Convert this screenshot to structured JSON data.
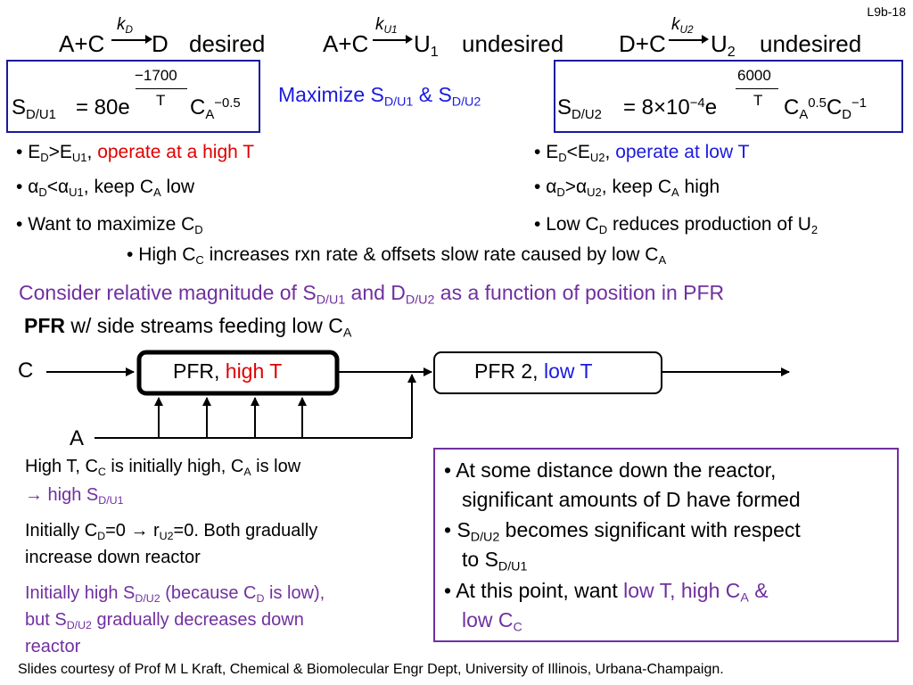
{
  "slide_id": "L9b-18",
  "reactions": {
    "r1": {
      "eq": "A+C",
      "k": "k",
      "ksub": "D",
      "prod": "D",
      "label": "desired"
    },
    "r2": {
      "eq": "A+C",
      "k": "k",
      "ksub": "U1",
      "prod": "U",
      "prod_sub": "1",
      "label": "undesired"
    },
    "r3": {
      "eq": "D+C",
      "k": "k",
      "ksub": "U2",
      "prod": "U",
      "prod_sub": "2",
      "label": "undesired"
    }
  },
  "eq1": {
    "S": "S",
    "sub": "D/U1",
    "eq": "= 80e",
    "exp_num": "−1700",
    "exp_den": "T",
    "CA": "C",
    "CA_sub": "A",
    "CA_exp": "−0.5"
  },
  "center": {
    "text": "Maximize S",
    "sub1": "D/U1",
    "amp": " & S",
    "sub2": "D/U2"
  },
  "eq2": {
    "S": "S",
    "sub": "D/U2",
    "eq": "= 8×10",
    "pow": "−4",
    "e": "e",
    "exp_num": "6000",
    "exp_den": "T",
    "CA": "C",
    "CA_sub": "A",
    "CA_exp": "0.5",
    "CD": "C",
    "CD_sub": "D",
    "CD_exp": "−1"
  },
  "left_bullets": {
    "b1": {
      "E": "E",
      "s1": "D",
      "gt": ">E",
      "s2": "U1",
      "comma": ", ",
      "action": "operate at a high T"
    },
    "b2": {
      "a": "α",
      "s1": "D",
      "lt": "<α",
      "s2": "U1",
      "rest": ", keep C",
      "s3": "A",
      "end": " low"
    },
    "b3": {
      "text": "Want to maximize C",
      "sub": "D"
    }
  },
  "right_bullets": {
    "b1": {
      "E": "E",
      "s1": "D",
      "lt": "<E",
      "s2": "U2",
      "comma": ", ",
      "action": "operate at low T"
    },
    "b2": {
      "a": "α",
      "s1": "D",
      "gt": ">α",
      "s2": "U2",
      "rest": ", keep C",
      "s3": "A",
      "end": " high"
    },
    "b3": {
      "text": "Low C",
      "sub": "D",
      "rest": " reduces production of U",
      "sub2": "2"
    }
  },
  "center_bullet": {
    "text": "High C",
    "sub": "C",
    "rest": " increases rxn rate & offsets slow rate caused by low C",
    "sub2": "A"
  },
  "consider": {
    "text": "Consider relative magnitude of S",
    "sub1": "D/U1",
    "mid": " and D",
    "sub2": "D/U2",
    "end": " as a function of position in PFR"
  },
  "pfr_heading": {
    "bold": "PFR",
    "text": " w/ side streams feeding low C",
    "sub": "A"
  },
  "diagram": {
    "c_label": "C",
    "a_label": "A",
    "pfr1": {
      "text": "PFR, ",
      "hi": "high T"
    },
    "pfr2": {
      "text": "PFR 2, ",
      "hi": "low T"
    }
  },
  "left_text": {
    "p1": {
      "a": "High T, C",
      "s1": "C",
      "b": " is initially high, C",
      "s2": "A",
      "c": " is low"
    },
    "p1b": {
      "arrow": "→",
      "a": " high S",
      "s": "D/U1"
    },
    "p2": {
      "a": "Initially C",
      "s1": "D",
      "b": "=0 → r",
      "s2": "U2",
      "c": "=0.  Both gradually"
    },
    "p2b": "increase down reactor",
    "p3": {
      "a": "Initially high S",
      "s1": "D/U2",
      "b": " (because C",
      "s2": "D",
      "c": " is low),"
    },
    "p3b": {
      "a": "but S",
      "s": "D/U2",
      "b": " gradually decreases down"
    },
    "p3c": "reactor"
  },
  "right_box": {
    "b1a": "At some distance down the reactor,",
    "b1b": "significant amounts of D have formed",
    "b2a": {
      "a": "S",
      "s": "D/U2",
      "b": " becomes significant with respect"
    },
    "b2b": {
      "a": "to S",
      "s": "D/U1"
    },
    "b3a": {
      "a": "At this point, want ",
      "hi": "low T, high C",
      "s": "A",
      "amp": " &"
    },
    "b3b": {
      "a": "low C",
      "s": "C"
    }
  },
  "footer": "Slides courtesy of Prof M L Kraft, Chemical & Biomolecular Engr Dept, University of Illinois, Urbana-Champaign.",
  "colors": {
    "red": "#e00000",
    "blue": "#1a1ae0",
    "purple": "#7030a0",
    "box_border": "#1a1a9e",
    "purple_border": "#7030a0"
  }
}
